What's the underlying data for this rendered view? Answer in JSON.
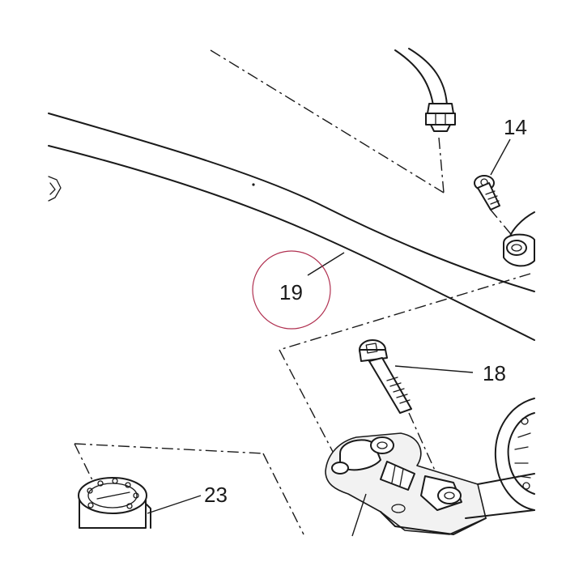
{
  "diagram": {
    "labels": {
      "part_14": "14",
      "part_18": "18",
      "part_19": "19",
      "part_23": "23"
    },
    "highlight_color": "#b03050",
    "line_color": "#1a1a1a"
  }
}
